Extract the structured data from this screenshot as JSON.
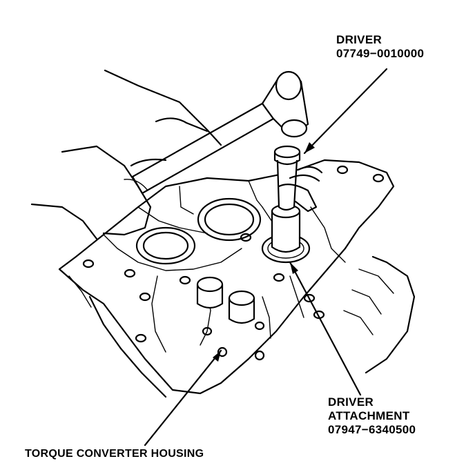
{
  "labels": {
    "driver": {
      "name": "DRIVER",
      "part_number": "07749−0010000"
    },
    "driver_attachment": {
      "line1": "DRIVER",
      "line2": "ATTACHMENT",
      "part_number": "07947−6340500"
    },
    "torque_converter_housing": "TORQUE CONVERTER HOUSING"
  }
}
